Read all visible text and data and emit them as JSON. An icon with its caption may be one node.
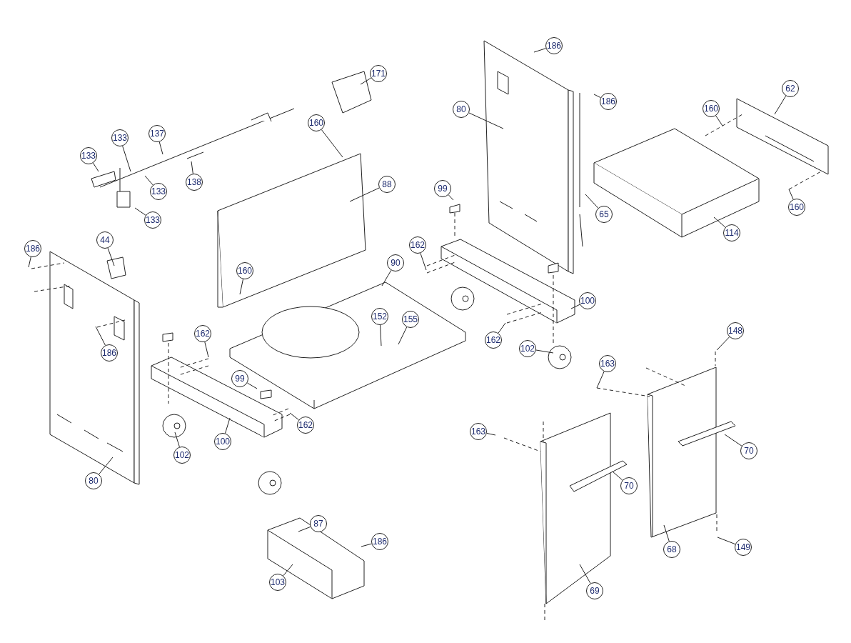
{
  "diagram": {
    "nodes": [
      {
        "text": [
          "171"
        ]
      },
      {
        "text": [
          "137"
        ]
      },
      {
        "text": [
          "133"
        ]
      },
      {
        "text": [
          "133"
        ]
      },
      {
        "text": [
          "133"
        ]
      },
      {
        "text": [
          "138"
        ]
      },
      {
        "text": [
          "133"
        ]
      },
      {
        "text": [
          "160"
        ]
      },
      {
        "text": [
          "88"
        ]
      },
      {
        "text": [
          "160"
        ]
      },
      {
        "text": [
          "186"
        ]
      },
      {
        "text": [
          "80"
        ]
      },
      {
        "text": [
          "186"
        ]
      },
      {
        "text": [
          "62"
        ]
      },
      {
        "text": [
          "160"
        ]
      },
      {
        "text": [
          "65"
        ]
      },
      {
        "text": [
          "114"
        ]
      },
      {
        "text": [
          "160"
        ]
      },
      {
        "text": [
          "44"
        ]
      },
      {
        "text": [
          "186"
        ]
      },
      {
        "text": [
          "99"
        ]
      },
      {
        "text": [
          "162"
        ]
      },
      {
        "text": [
          "90"
        ]
      },
      {
        "text": [
          "100"
        ]
      },
      {
        "text": [
          "162"
        ]
      },
      {
        "text": [
          "152"
        ]
      },
      {
        "text": [
          "155"
        ]
      },
      {
        "text": [
          "186"
        ]
      },
      {
        "text": [
          "102"
        ]
      },
      {
        "text": [
          "162"
        ]
      },
      {
        "text": [
          "99"
        ]
      },
      {
        "text": [
          "162"
        ]
      },
      {
        "text": [
          "100"
        ]
      },
      {
        "text": [
          "102"
        ]
      },
      {
        "text": [
          "80"
        ]
      },
      {
        "text": [
          "148"
        ]
      },
      {
        "text": [
          "163"
        ]
      },
      {
        "text": [
          "163"
        ]
      },
      {
        "text": [
          "70"
        ]
      },
      {
        "text": [
          "70"
        ]
      },
      {
        "text": [
          "87"
        ]
      },
      {
        "text": [
          "186"
        ]
      },
      {
        "text": [
          "103"
        ]
      },
      {
        "text": [
          "68"
        ]
      },
      {
        "text": [
          "149"
        ]
      },
      {
        "text": [
          "69"
        ]
      }
    ],
    "edges": [
      {
        "from": 0,
        "to": null,
        "arrow": "none"
      },
      {
        "from": 1,
        "to": null,
        "arrow": "none"
      },
      {
        "from": 2,
        "to": null,
        "arrow": "none"
      },
      {
        "from": 3,
        "to": null,
        "arrow": "none"
      },
      {
        "from": 4,
        "to": null,
        "arrow": "none"
      },
      {
        "from": 5,
        "to": null,
        "arrow": "none"
      },
      {
        "from": 6,
        "to": null,
        "arrow": "none"
      },
      {
        "from": 7,
        "to": null,
        "arrow": "none"
      },
      {
        "from": 8,
        "to": null,
        "arrow": "none"
      },
      {
        "from": 9,
        "to": null,
        "arrow": "none"
      },
      {
        "from": 10,
        "to": null,
        "arrow": "none"
      },
      {
        "from": 11,
        "to": null,
        "arrow": "none"
      },
      {
        "from": 12,
        "to": null,
        "arrow": "none"
      },
      {
        "from": 13,
        "to": null,
        "arrow": "none"
      },
      {
        "from": 14,
        "to": null,
        "arrow": "none"
      },
      {
        "from": 15,
        "to": null,
        "arrow": "none"
      },
      {
        "from": 16,
        "to": null,
        "arrow": "none"
      },
      {
        "from": 17,
        "to": null,
        "arrow": "none"
      },
      {
        "from": 18,
        "to": null,
        "arrow": "none"
      },
      {
        "from": 19,
        "to": null,
        "arrow": "none"
      },
      {
        "from": 20,
        "to": null,
        "arrow": "none"
      },
      {
        "from": 21,
        "to": null,
        "arrow": "none"
      },
      {
        "from": 22,
        "to": null,
        "arrow": "none"
      },
      {
        "from": 23,
        "to": null,
        "arrow": "none"
      },
      {
        "from": 24,
        "to": null,
        "arrow": "none"
      },
      {
        "from": 25,
        "to": null,
        "arrow": "none"
      },
      {
        "from": 26,
        "to": null,
        "arrow": "none"
      },
      {
        "from": 27,
        "to": null,
        "arrow": "none"
      },
      {
        "from": 28,
        "to": null,
        "arrow": "none"
      },
      {
        "from": 29,
        "to": null,
        "arrow": "none"
      },
      {
        "from": 30,
        "to": null,
        "arrow": "none"
      },
      {
        "from": 31,
        "to": null,
        "arrow": "none"
      },
      {
        "from": 32,
        "to": null,
        "arrow": "none"
      },
      {
        "from": 33,
        "to": null,
        "arrow": "none"
      },
      {
        "from": 34,
        "to": null,
        "arrow": "none"
      },
      {
        "from": 35,
        "to": null,
        "arrow": "none"
      },
      {
        "from": 36,
        "to": null,
        "arrow": "none"
      },
      {
        "from": 37,
        "to": null,
        "arrow": "none"
      },
      {
        "from": 38,
        "to": null,
        "arrow": "none"
      },
      {
        "from": 39,
        "to": null,
        "arrow": "none"
      },
      {
        "from": 40,
        "to": null,
        "arrow": "none"
      },
      {
        "from": 41,
        "to": null,
        "arrow": "none"
      },
      {
        "from": 42,
        "to": null,
        "arrow": "none"
      },
      {
        "from": 43,
        "to": null,
        "arrow": "none"
      },
      {
        "from": 44,
        "to": null,
        "arrow": "none"
      },
      {
        "from": 45,
        "to": null,
        "arrow": "none"
      }
    ]
  }
}
